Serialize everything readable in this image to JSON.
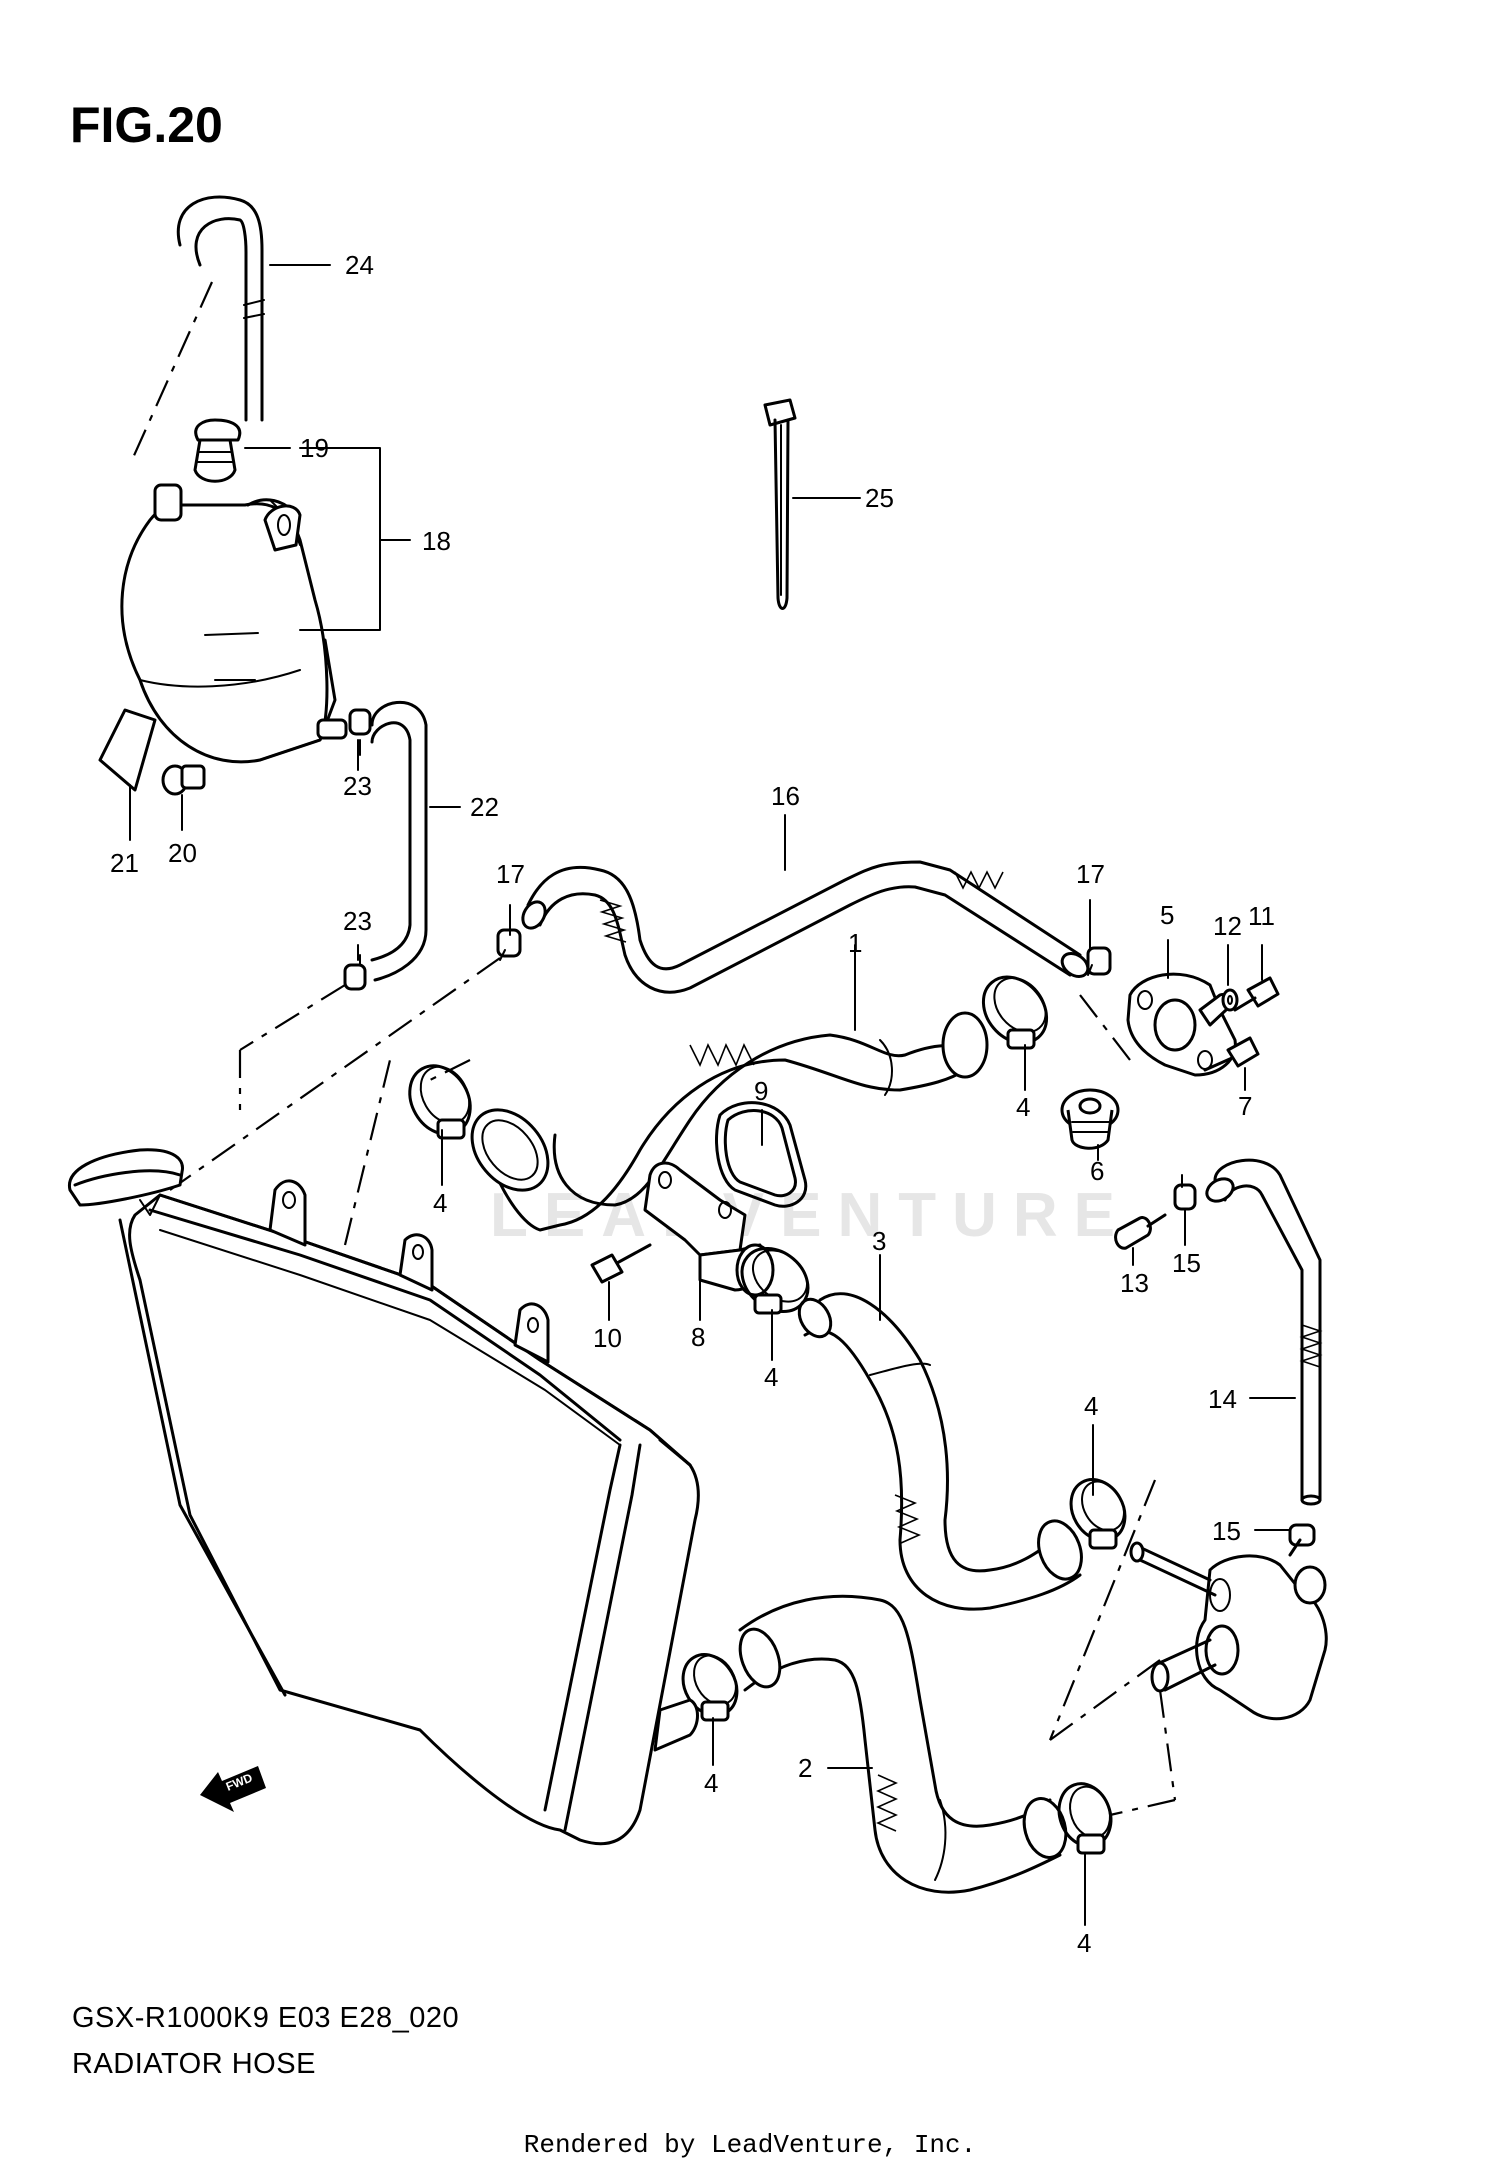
{
  "figure_title": "FIG.20",
  "model_code": "GSX-R1000K9 E03 E28_020",
  "subtitle": "RADIATOR HOSE",
  "credit": "Rendered by LeadVenture, Inc.",
  "watermark": "LEADVENTURE",
  "fwd_label": "FWD",
  "callouts": [
    "24",
    "19",
    "18",
    "25",
    "21",
    "20",
    "23",
    "22",
    "16",
    "17",
    "23",
    "1",
    "17",
    "5",
    "12",
    "11",
    "7",
    "4",
    "4",
    "6",
    "9",
    "3",
    "8",
    "10",
    "4",
    "13",
    "15",
    "14",
    "4",
    "15",
    "4",
    "2",
    "4"
  ]
}
